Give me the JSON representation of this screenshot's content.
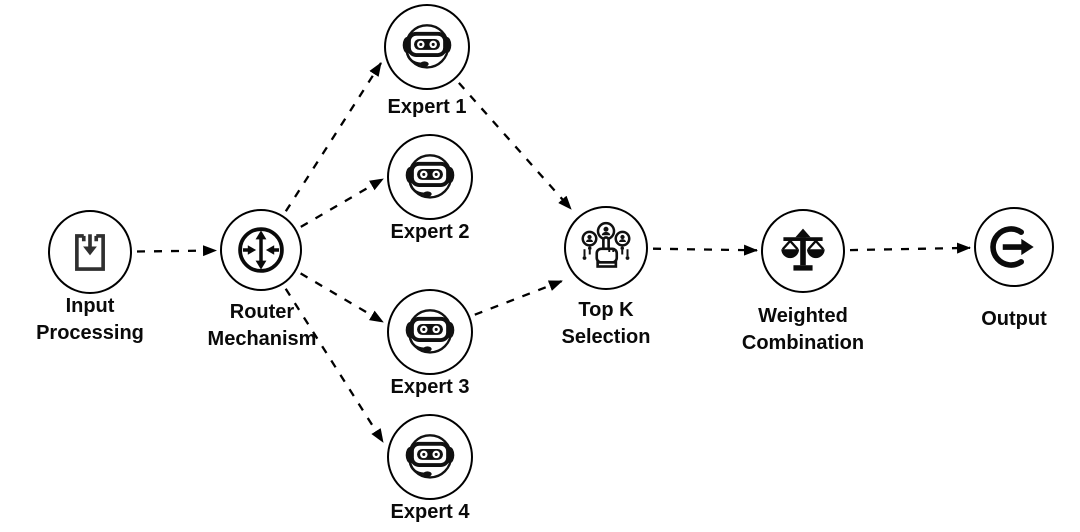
{
  "diagram": {
    "type": "flowchart",
    "subject": "mixture-of-experts pipeline",
    "colors": {
      "background": "#ffffff",
      "stroke": "#000000",
      "text": "#0a0a0a"
    },
    "nodes": [
      {
        "id": "input",
        "line1": "Input",
        "line2": "Processing",
        "icon": "document-download-icon"
      },
      {
        "id": "router",
        "line1": "Router",
        "line2": "Mechanism",
        "icon": "router-arrows-icon"
      },
      {
        "id": "expert1",
        "line1": "Expert 1",
        "icon": "robot-headset-icon"
      },
      {
        "id": "expert2",
        "line1": "Expert 2",
        "icon": "robot-headset-icon"
      },
      {
        "id": "expert3",
        "line1": "Expert 3",
        "icon": "robot-headset-icon"
      },
      {
        "id": "expert4",
        "line1": "Expert 4",
        "icon": "robot-headset-icon"
      },
      {
        "id": "topk",
        "line1": "Top K",
        "line2": "Selection",
        "icon": "candidate-selection-hand-icon"
      },
      {
        "id": "weighted",
        "line1": "Weighted",
        "line2": "Combination",
        "icon": "balance-scale-icon"
      },
      {
        "id": "output",
        "line1": "Output",
        "icon": "logout-arrow-icon"
      }
    ],
    "edges": [
      {
        "from": "input",
        "to": "router"
      },
      {
        "from": "router",
        "to": "expert1"
      },
      {
        "from": "router",
        "to": "expert2"
      },
      {
        "from": "router",
        "to": "expert3"
      },
      {
        "from": "router",
        "to": "expert4"
      },
      {
        "from": "expert1",
        "to": "topk"
      },
      {
        "from": "expert3",
        "to": "topk"
      },
      {
        "from": "topk",
        "to": "weighted"
      },
      {
        "from": "weighted",
        "to": "output"
      }
    ],
    "edge_style": {
      "line": "dashed",
      "arrowhead": "solid-triangle",
      "dash_pattern": "8 9"
    }
  }
}
